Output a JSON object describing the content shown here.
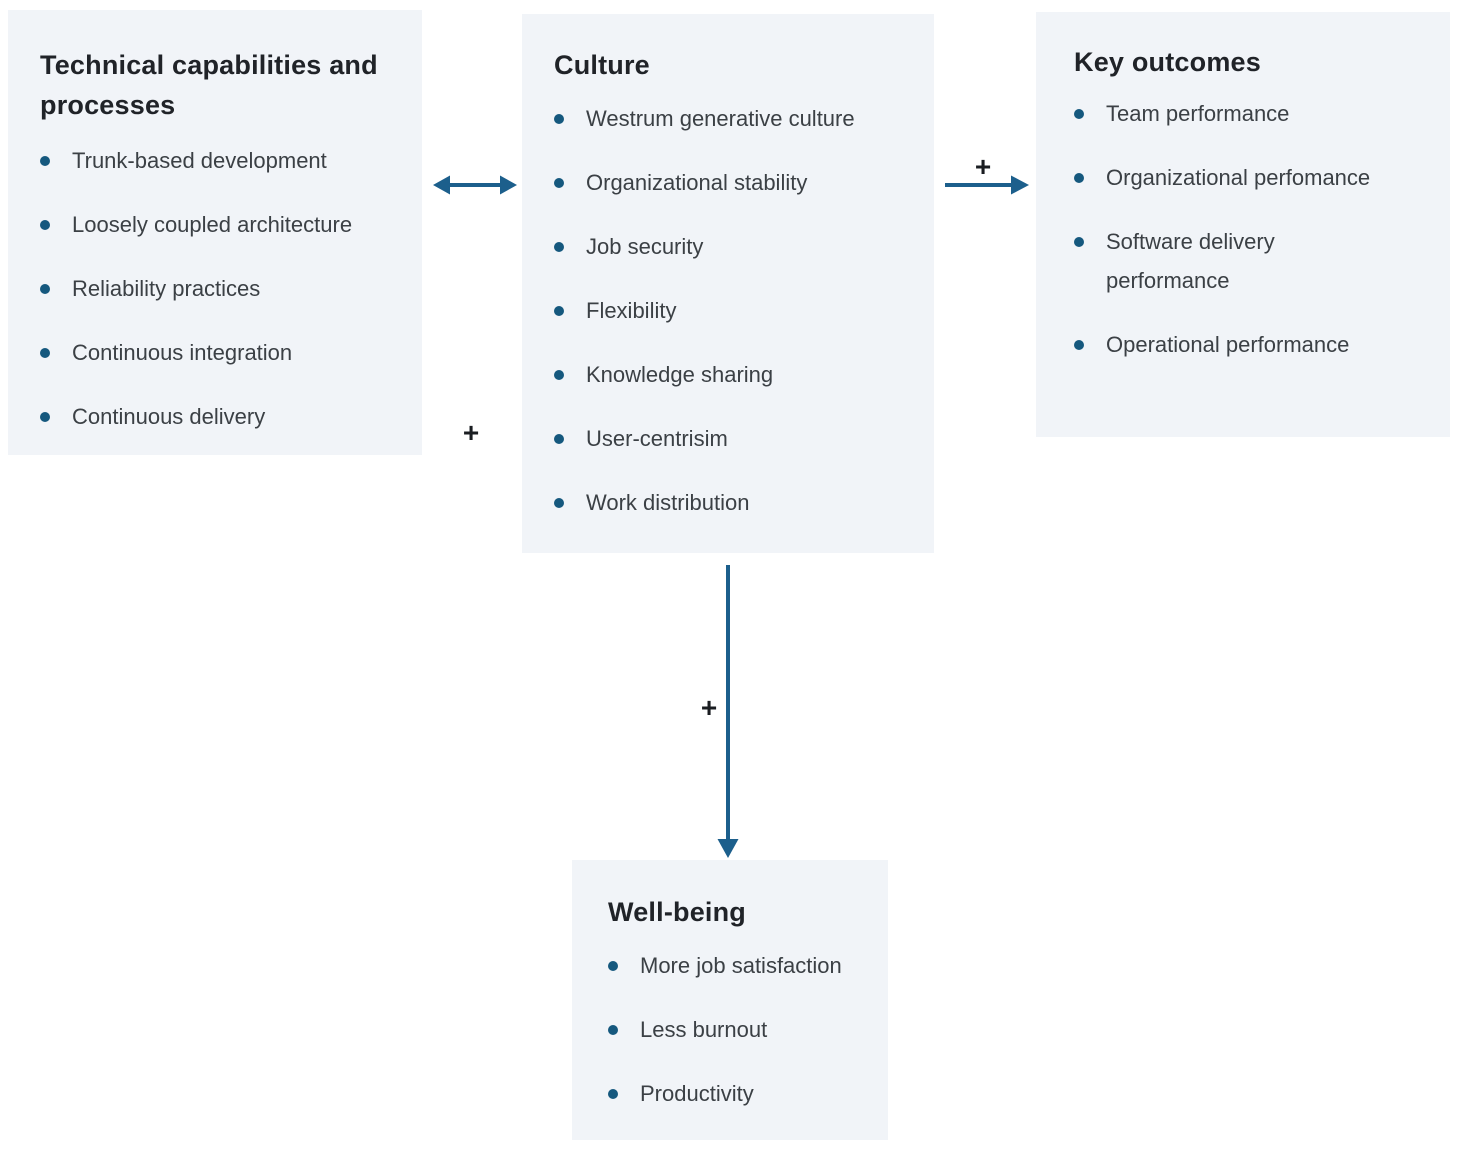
{
  "diagram": {
    "boxes": {
      "technical": {
        "title": "Technical capabilities and processes",
        "items": [
          "Trunk-based development",
          "Loosely coupled architecture",
          "Reliability practices",
          "Continuous integration",
          "Continuous delivery"
        ]
      },
      "culture": {
        "title": "Culture",
        "items": [
          "Westrum generative culture",
          "Organizational stability",
          "Job security",
          "Flexibility",
          "Knowledge sharing",
          "User-centrisim",
          "Work distribution"
        ]
      },
      "outcomes": {
        "title": "Key outcomes",
        "items": [
          "Team performance",
          "Organizational perfomance",
          "Software delivery performance",
          "Operational performance"
        ]
      },
      "wellbeing": {
        "title": "Well-being",
        "items": [
          "More job satisfaction",
          "Less burnout",
          "Productivity"
        ]
      }
    },
    "connectors": {
      "technical_culture": {
        "type": "bidirectional-arrow",
        "label": ""
      },
      "left_plus": {
        "label": "+"
      },
      "culture_outcomes": {
        "type": "arrow-right",
        "label": "+"
      },
      "culture_wellbeing": {
        "type": "arrow-down",
        "label": "+"
      }
    },
    "colors": {
      "box_background": "#f1f4f8",
      "accent_blue": "#1c5f8c",
      "bullet_blue": "#15587e",
      "title_text": "#202328",
      "body_text": "#3b4045",
      "plus_text": "#1a1d21"
    }
  }
}
